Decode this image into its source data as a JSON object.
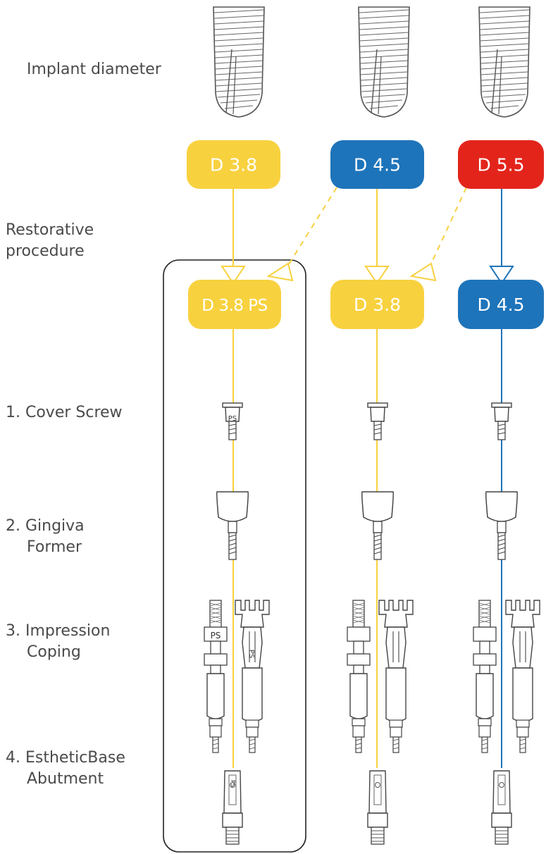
{
  "labels": {
    "implant_diameter": "Implant diameter",
    "restorative_line1": "Restorative",
    "restorative_line2": "procedure",
    "cover_screw": "1. Cover Screw",
    "gingiva_line1": "2. Gingiva",
    "gingiva_line2": "Former",
    "impression_line1": "3. Impression",
    "impression_line2": "Coping",
    "esthetic_line1": "4. EstheticBase",
    "esthetic_line2": "Abutment"
  },
  "implants": [
    {
      "diameter": "D 3.8",
      "color": "#F8D13F"
    },
    {
      "diameter": "D 4.5",
      "color": "#1E74BA"
    },
    {
      "diameter": "D 5.5",
      "color": "#E3241B"
    }
  ],
  "procedures": [
    {
      "label": "D 3.8 PS",
      "color": "#F8D13F",
      "line_color": "#F8D13F",
      "component_mark": "PS"
    },
    {
      "label": "D 3.8",
      "color": "#F8D13F",
      "line_color": "#F8D13F",
      "component_mark": ""
    },
    {
      "label": "D 4.5",
      "color": "#1E74BA",
      "line_color": "#1E74BA",
      "component_mark": ""
    }
  ]
}
